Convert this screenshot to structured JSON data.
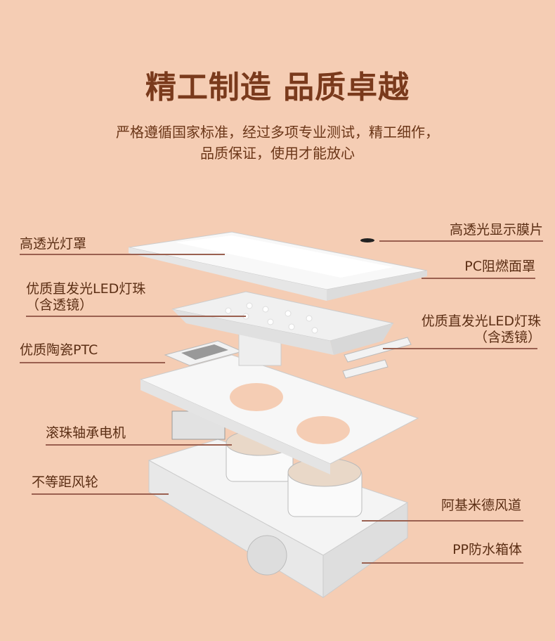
{
  "title": "精工制造 品质卓越",
  "subtitle": [
    "严格遵循国家标准，经过多项专业测试，精工细作，",
    "品质保证，使用才能放心"
  ],
  "labels": {
    "lamp_cover": "高透光灯罩",
    "display_film": "高透光显示膜片",
    "pc_panel": "PC阻燃面罩",
    "led_left_1": "优质直发光LED灯珠",
    "led_left_2": "（含透镜）",
    "led_right_1": "优质直发光LED灯珠",
    "led_right_2": "（含透镜）",
    "ptc": "优质陶瓷PTC",
    "motor": "滚珠轴承电机",
    "wheel": "不等距风轮",
    "duct": "阿基米德风道",
    "box": "PP防水箱体"
  },
  "colors": {
    "background": "#f5cdb4",
    "title": "#7a3a1c",
    "line": "#9a6050"
  }
}
